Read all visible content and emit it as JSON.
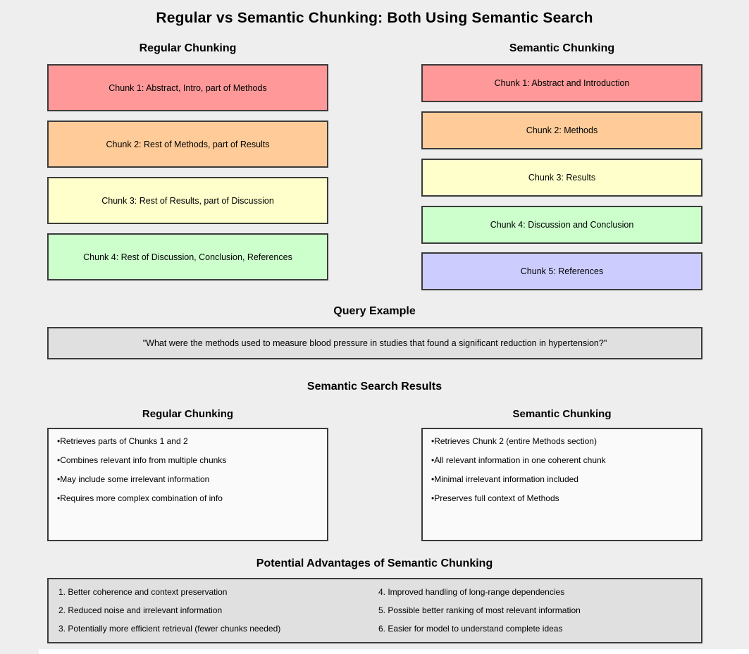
{
  "title": "Regular vs Semantic Chunking: Both Using Semantic Search",
  "colors": {
    "background": "#EEEEEE",
    "chunk_pink": "#FF9999",
    "chunk_orange": "#FFCC99",
    "chunk_yellow": "#FFFFCC",
    "chunk_green": "#CCFFCC",
    "chunk_lavender": "#CCCCFF",
    "gray_panel": "#E0E0E0",
    "results_panel": "#FAFAFA",
    "border": "#3B3B3B"
  },
  "regular_chunking": {
    "heading": "Regular Chunking",
    "chunks": [
      {
        "label": "Chunk 1: Abstract, Intro, part of Methods",
        "color": "#FF9999"
      },
      {
        "label": "Chunk 2: Rest of Methods, part of Results",
        "color": "#FFCC99"
      },
      {
        "label": "Chunk 3: Rest of Results, part of Discussion",
        "color": "#FFFFCC"
      },
      {
        "label": "Chunk 4: Rest of Discussion, Conclusion, References",
        "color": "#CCFFCC"
      }
    ]
  },
  "semantic_chunking": {
    "heading": "Semantic Chunking",
    "chunks": [
      {
        "label": "Chunk 1: Abstract and Introduction",
        "color": "#FF9999"
      },
      {
        "label": "Chunk 2: Methods",
        "color": "#FFCC99"
      },
      {
        "label": "Chunk 3: Results",
        "color": "#FFFFCC"
      },
      {
        "label": "Chunk 4: Discussion and Conclusion",
        "color": "#CCFFCC"
      },
      {
        "label": "Chunk 5: References",
        "color": "#CCCCFF"
      }
    ]
  },
  "query_example": {
    "heading": "Query Example",
    "text": "\"What were the methods used to measure blood pressure in studies that found a significant reduction in hypertension?\""
  },
  "search_results": {
    "heading": "Semantic Search Results",
    "regular": {
      "heading": "Regular Chunking",
      "bullets": [
        "Retrieves parts of Chunks 1 and 2",
        "Combines relevant info from multiple chunks",
        "May include some irrelevant information",
        "Requires more complex combination of info"
      ]
    },
    "semantic": {
      "heading": "Semantic Chunking",
      "bullets": [
        "Retrieves Chunk 2 (entire Methods section)",
        "All relevant information in one coherent chunk",
        "Minimal irrelevant information included",
        "Preserves full context of Methods"
      ]
    }
  },
  "advantages": {
    "heading": "Potential Advantages of Semantic Chunking",
    "left_items": [
      "1. Better coherence and context preservation",
      "2. Reduced noise and irrelevant information",
      "3. Potentially more efficient retrieval (fewer chunks needed)"
    ],
    "right_items": [
      "4. Improved handling of long-range dependencies",
      "5. Possible better ranking of most relevant information",
      "6. Easier for model to understand complete ideas"
    ]
  }
}
